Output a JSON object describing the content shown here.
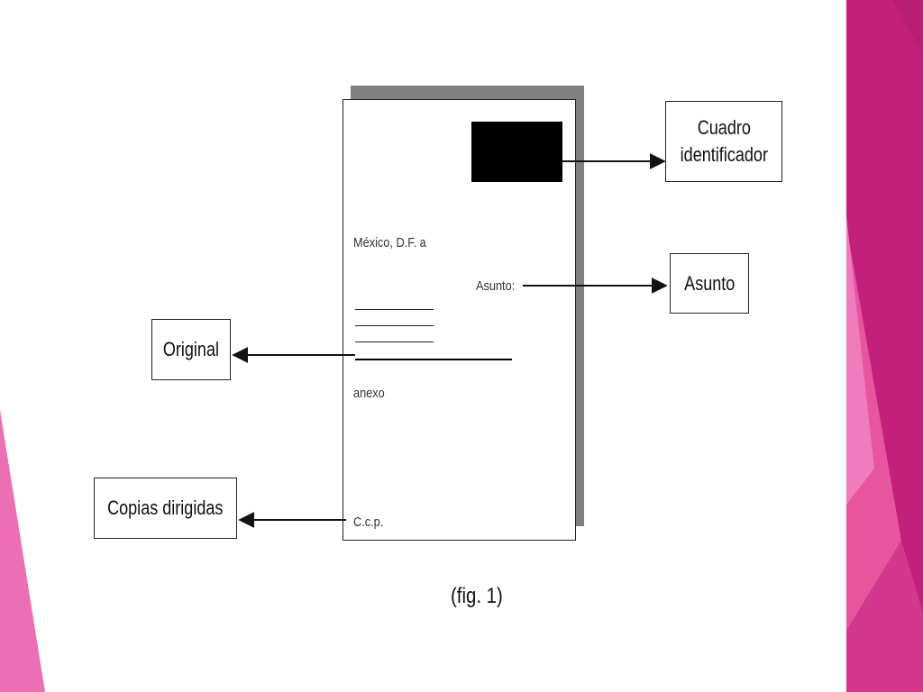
{
  "document": {
    "place_date": "México, D.F. a",
    "subject_label": "Asunto:",
    "annex_label": "anexo",
    "cc_label": "C.c.p."
  },
  "callouts": {
    "id_box_lines": [
      "Cuadro",
      "identificador"
    ],
    "subject": "Asunto",
    "original": "Original",
    "copies": "Copias dirigidas"
  },
  "caption": "(fig. 1)",
  "colors": {
    "accent_magenta": "#c2207a",
    "accent_pink": "#e8559f",
    "accent_light_pink": "#f07cbd",
    "doc_shadow": "#808080"
  }
}
